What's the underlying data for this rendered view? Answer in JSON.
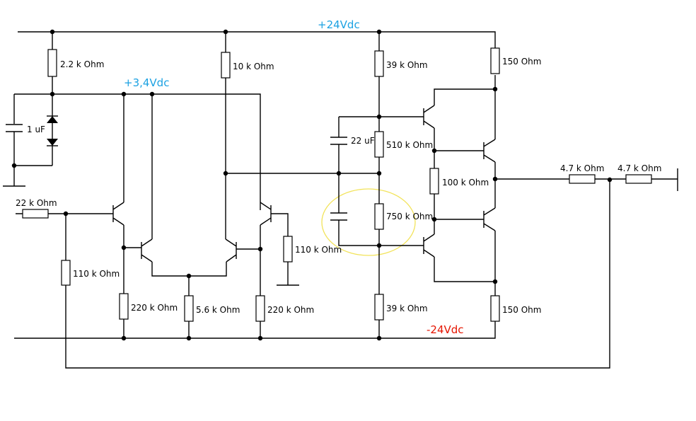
{
  "rails": {
    "positive": "+24Vdc",
    "reference": "+3,4Vdc",
    "negative": "-24Vdc"
  },
  "colors": {
    "positive_rail_text": "#1ba1e2",
    "negative_rail_text": "#e51400",
    "highlight_ellipse": "#f2e35a"
  },
  "components": {
    "r_2k2": "2.2 k Ohm",
    "c_1uf": "1 uF",
    "r_10k": "10 k Ohm",
    "r_22k_in": "22 k Ohm",
    "r_110k_fb": "110 k Ohm",
    "r_220k_left": "220 k Ohm",
    "r_5k6": "5.6 k Ohm",
    "r_220k_right": "220 k Ohm",
    "r_110k_gnd": "110 k Ohm",
    "r_39k_top": "39 k Ohm",
    "c_22uf": "22 uF",
    "r_510k": "510 k Ohm",
    "r_750k": "750 k Ohm",
    "r_39k_bottom": "39 k Ohm",
    "r_150_top": "150  Ohm",
    "r_100k": "100 k Ohm",
    "r_150_bottom": "150  Ohm",
    "r_4k7_a": "4.7 k Ohm",
    "r_4k7_b": "4.7 k Ohm"
  }
}
